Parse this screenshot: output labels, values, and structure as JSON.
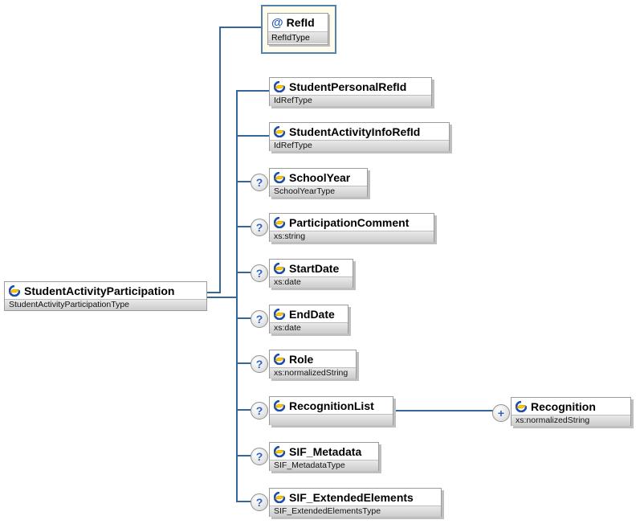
{
  "diagram": {
    "root": {
      "name": "StudentActivityParticipation",
      "type": "StudentActivityParticipationType"
    },
    "attribute": {
      "at_symbol": "@",
      "name": "RefId",
      "type": "RefIdType"
    },
    "children": [
      {
        "name": "StudentPersonalRefId",
        "type": "IdRefType",
        "optional": false
      },
      {
        "name": "StudentActivityInfoRefId",
        "type": "IdRefType",
        "optional": false
      },
      {
        "name": "SchoolYear",
        "type": "SchoolYearType",
        "optional": true
      },
      {
        "name": "ParticipationComment",
        "type": "xs:string",
        "optional": true
      },
      {
        "name": "StartDate",
        "type": "xs:date",
        "optional": true
      },
      {
        "name": "EndDate",
        "type": "xs:date",
        "optional": true
      },
      {
        "name": "Role",
        "type": "xs:normalizedString",
        "optional": true
      },
      {
        "name": "RecognitionList",
        "type": "",
        "optional": true
      },
      {
        "name": "SIF_Metadata",
        "type": "SIF_MetadataType",
        "optional": true
      },
      {
        "name": "SIF_ExtendedElements",
        "type": "SIF_ExtendedElementsType",
        "optional": true
      }
    ],
    "grandchild": {
      "name": "Recognition",
      "type": "xs:normalizedString"
    },
    "badges": {
      "optional": "?",
      "repeat": "+"
    },
    "colors": {
      "connector": "#35679a",
      "node_border": "#9b9b9b",
      "subtitle_band": "#d4d4d4",
      "attribute_fill": "#fffceb",
      "attribute_border": "#5381ad",
      "badge_glyph": "#2e64c8",
      "icon_blue": "#1e4ca8",
      "icon_yellow": "#ffcc00"
    }
  }
}
